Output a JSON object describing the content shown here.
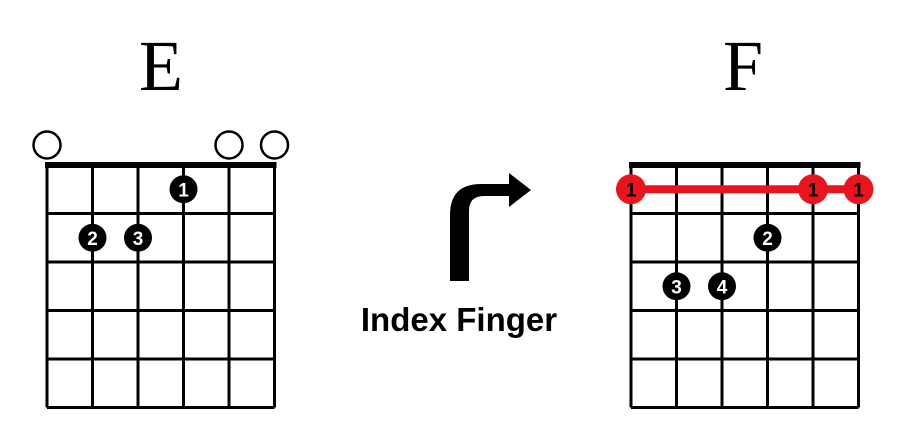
{
  "diagram": {
    "caption": "Index Finger",
    "colors": {
      "ink": "#000000",
      "barre": "#e8141e",
      "background": "#ffffff"
    },
    "chords": [
      {
        "name": "E",
        "open_strings": [
          1,
          5,
          6
        ],
        "fingers": [
          {
            "string": 4,
            "fret": 1,
            "label": "1",
            "color": "black"
          },
          {
            "string": 2,
            "fret": 2,
            "label": "2",
            "color": "black"
          },
          {
            "string": 3,
            "fret": 2,
            "label": "3",
            "color": "black"
          }
        ]
      },
      {
        "name": "F",
        "barre": {
          "fret": 1,
          "label": "1",
          "color": "red",
          "markers_on_strings": [
            1,
            5,
            6
          ]
        },
        "fingers": [
          {
            "string": 4,
            "fret": 2,
            "label": "2",
            "color": "black"
          },
          {
            "string": 2,
            "fret": 3,
            "label": "3",
            "color": "black"
          },
          {
            "string": 3,
            "fret": 3,
            "label": "4",
            "color": "black"
          }
        ]
      }
    ]
  }
}
